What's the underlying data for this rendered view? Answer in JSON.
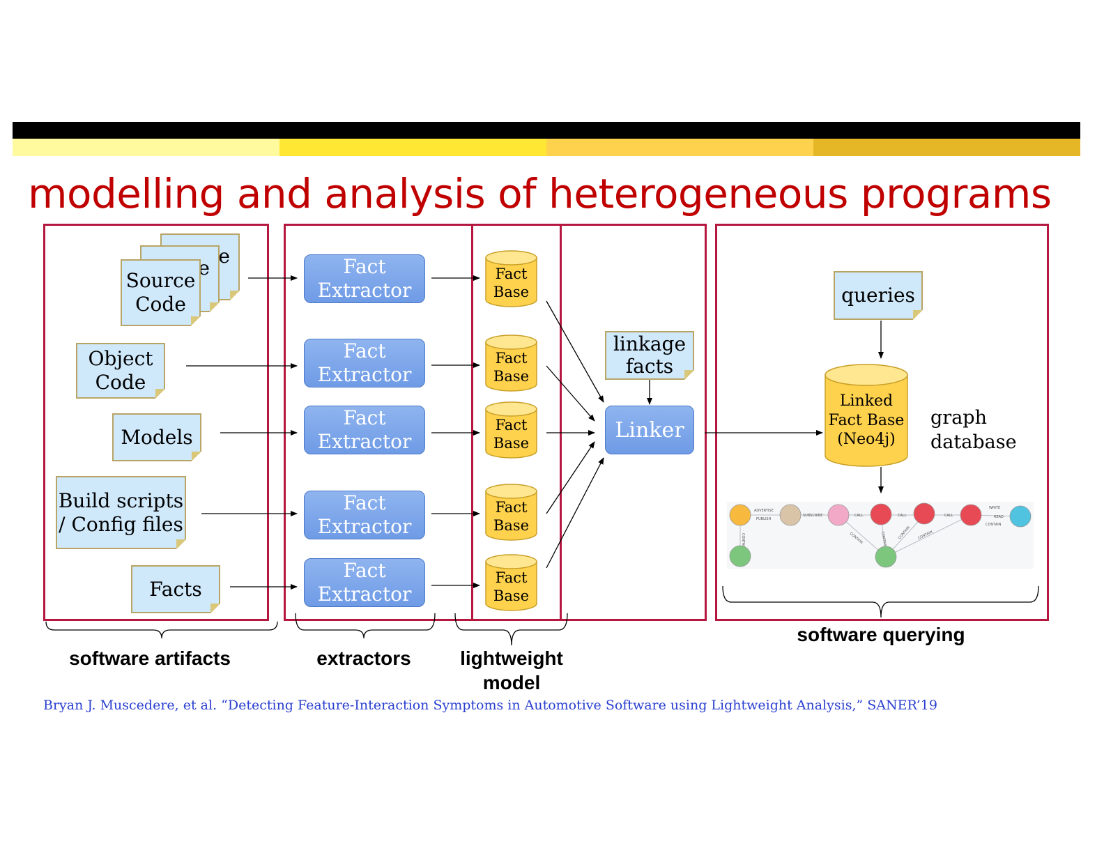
{
  "title": "modelling and analysis of heterogeneous programs",
  "colors": {
    "title": "#c00000",
    "frame": "#b5173f",
    "note_fill": "#cfe8fa",
    "extractor_fill": "#7ea6ea",
    "cylinder_fill": "#ffd24d",
    "citation": "#2a3fd0",
    "band": [
      "#fffa9e",
      "#ffe733",
      "#ffd24d",
      "#e5b626"
    ]
  },
  "artifacts": {
    "stack_back_fragments": [
      "e",
      "e"
    ],
    "source_code": "Source\nCode",
    "object_code": "Object\nCode",
    "models": "Models",
    "build_scripts": "Build scripts\n/ Config files",
    "facts": "Facts"
  },
  "extractors": [
    {
      "label": "Fact\nExtractor"
    },
    {
      "label": "Fact\nExtractor"
    },
    {
      "label": "Fact\nExtractor"
    },
    {
      "label": "Fact\nExtractor"
    },
    {
      "label": "Fact\nExtractor"
    }
  ],
  "fact_bases": [
    {
      "label": "Fact\nBase"
    },
    {
      "label": "Fact\nBase"
    },
    {
      "label": "Fact\nBase"
    },
    {
      "label": "Fact\nBase"
    },
    {
      "label": "Fact\nBase"
    }
  ],
  "linkage_facts": "linkage\nfacts",
  "linker": "Linker",
  "queries": "queries",
  "linked_fact_base": "Linked\nFact Base\n(Neo4j)",
  "graph_database": "graph\ndatabase",
  "stages": {
    "artifacts": "software artifacts",
    "extractors": "extractors",
    "model": "lightweight\nmodel",
    "querying": "software querying"
  },
  "graph_preview": {
    "node_colors": [
      "#f7b93e",
      "#d9c4a8",
      "#f2a9c7",
      "#e84a55",
      "#e84a55",
      "#e84a55",
      "#4fc3e0",
      "#7cc67e",
      "#7cc67e"
    ],
    "edge_labels": [
      "ADVERTISE",
      "PUBLISH",
      "SUBSCRIBE",
      "CALL",
      "CALL",
      "CALL",
      "WRITE",
      "READ",
      "CONTAIN",
      "CONTAIN",
      "CONTAIN",
      "CONTAIN",
      "CONTAIN",
      "CONTAIN"
    ]
  },
  "citation": "Bryan J. Muscedere, et al. “Detecting Feature-Interaction Symptoms in Automotive Software using Lightweight Analysis,” SANER’19"
}
